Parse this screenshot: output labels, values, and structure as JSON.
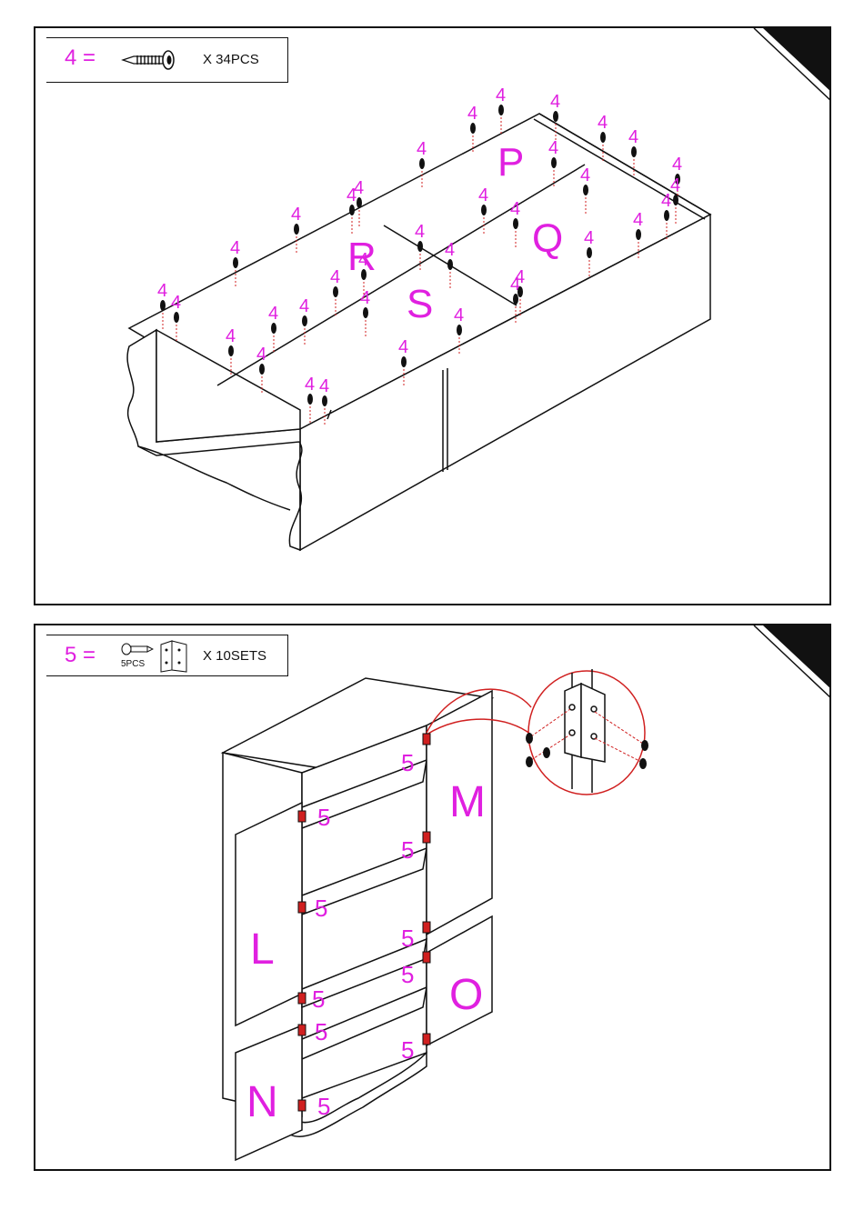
{
  "step1": {
    "legend": {
      "part_number": "4 =",
      "quantity": "X 34PCS"
    },
    "part_labels": [
      "P",
      "Q",
      "R",
      "S"
    ],
    "screw_label": "4"
  },
  "step2": {
    "legend": {
      "part_number": "5 =",
      "sub_quantity": "5PCS",
      "quantity": "X 10SETS"
    },
    "door_labels": [
      "M",
      "L",
      "O",
      "N"
    ],
    "hinge_label": "5"
  },
  "colors": {
    "label": "#e020e0",
    "line": "#111111",
    "highlight": "#d02020"
  }
}
